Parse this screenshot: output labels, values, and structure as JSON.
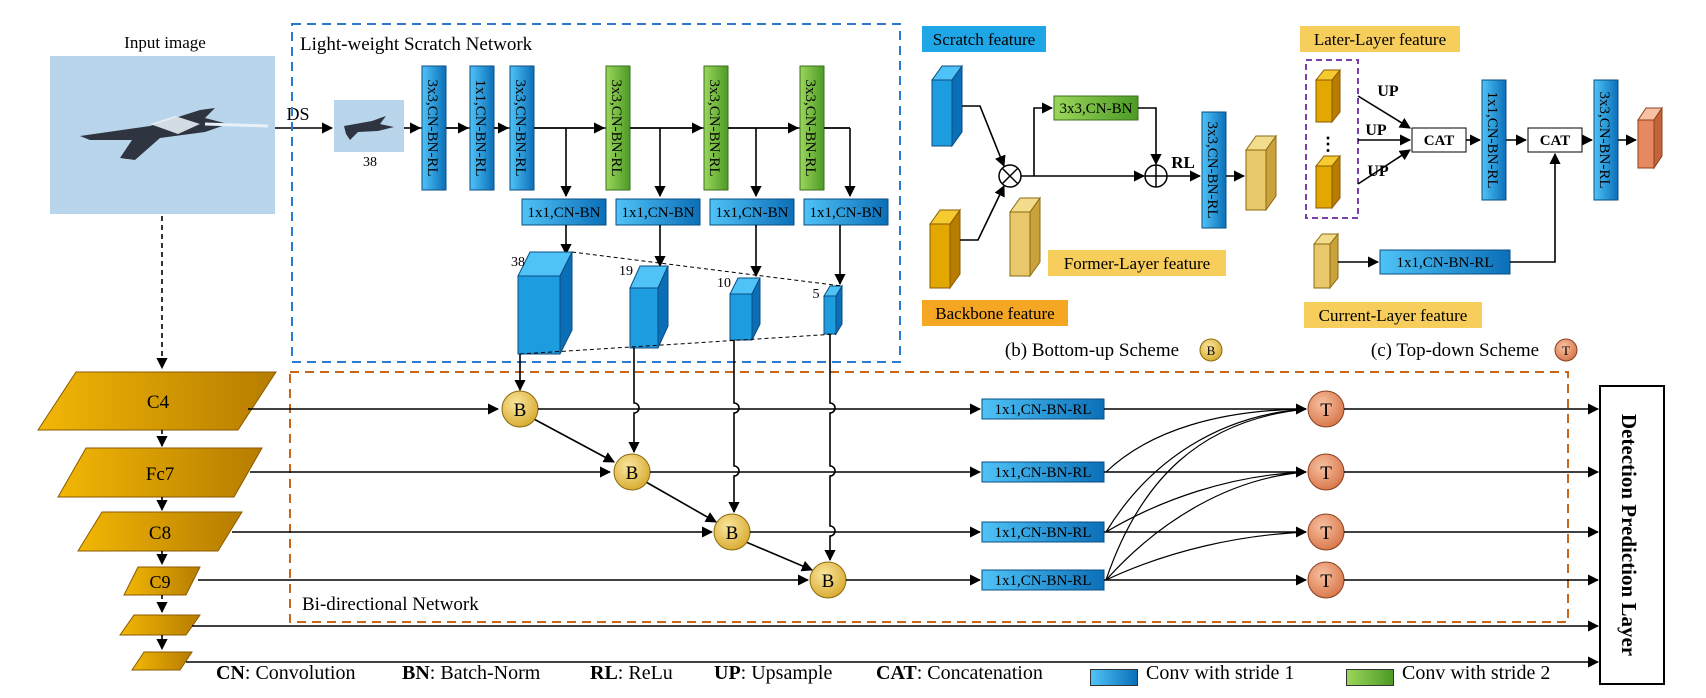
{
  "colors": {
    "blue_conv": "#1e9ce0",
    "green_conv": "#7cc13f",
    "gold_feature": "#e3a800",
    "cream_feature": "#e8c86a",
    "b_node": "#e4c04d",
    "t_node": "#e58a60",
    "label_blue_bg": "#1fa6e6",
    "label_yellow_bg": "#f7cd5c",
    "label_orange_bg": "#f5a623",
    "scratch_border": "#2a7bd0",
    "bidir_border": "#c8661a",
    "image_bg": "#b7d4ec"
  },
  "input": {
    "title": "Input image",
    "ds_label": "DS",
    "small_size": "38"
  },
  "scratch": {
    "title": "Light-weight Scratch Network",
    "conv_blocks": [
      "3x3,CN-BN-RL",
      "1x1,CN-BN-RL",
      "3x3,CN-BN-RL",
      "3x3,CN-BN-RL",
      "3x3,CN-BN-RL",
      "3x3,CN-BN-RL"
    ],
    "lateral_blocks": [
      "1x1,CN-BN",
      "1x1,CN-BN",
      "1x1,CN-BN",
      "1x1,CN-BN"
    ],
    "sizes": [
      "38",
      "19",
      "10",
      "5"
    ]
  },
  "backbone": {
    "layers": [
      "C4",
      "Fc7",
      "C8",
      "C9"
    ]
  },
  "bidirectional": {
    "title": "Bi-directional Network",
    "b_label": "B",
    "t_label": "T",
    "blocks": [
      "1x1,CN-BN-RL",
      "1x1,CN-BN-RL",
      "1x1,CN-BN-RL",
      "1x1,CN-BN-RL"
    ]
  },
  "detection": {
    "label": "Detection Prediction Layer"
  },
  "bottom_up": {
    "scratch_feature": "Scratch feature",
    "backbone_feature": "Backbone feature",
    "former_feature": "Former-Layer feature",
    "conv_green": "3x3,CN-BN",
    "rl_label": "RL",
    "conv_out": "3x3,CN-BN-RL",
    "caption": "(b) Bottom-up Scheme",
    "badge": "B"
  },
  "top_down": {
    "later_feature": "Later-Layer feature",
    "current_feature": "Current-Layer feature",
    "up_label": "UP",
    "dots": "⋮",
    "cat_label": "CAT",
    "conv1": "1x1,CN-BN-RL",
    "conv2": "3x3,CN-BN-RL",
    "lateral": "1x1,CN-BN-RL",
    "caption": "(c) Top-down Scheme",
    "badge": "T"
  },
  "legend": {
    "cn_key": "CN",
    "cn_val": ": Convolution",
    "bn_key": "BN",
    "bn_val": ": Batch-Norm",
    "rl_key": "RL",
    "rl_val": ": ReLu",
    "up_key": "UP",
    "up_val": ": Upsample",
    "cat_key": "CAT",
    "cat_val": ": Concatenation",
    "stride1": "Conv with stride 1",
    "stride2": "Conv with stride 2"
  }
}
